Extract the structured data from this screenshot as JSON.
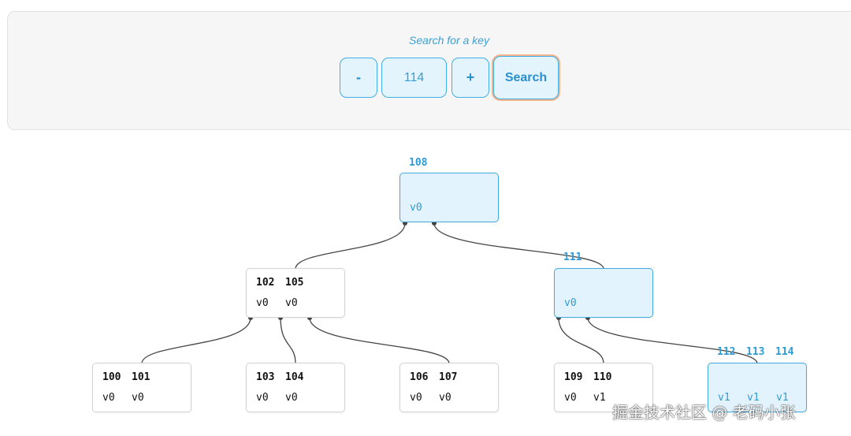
{
  "search": {
    "caption": "Search for a key",
    "minus_label": "-",
    "key_value": "114",
    "plus_label": "+",
    "search_label": "Search"
  },
  "tree": {
    "root": {
      "keys": [
        "108"
      ],
      "values": [
        "v0"
      ]
    },
    "level1": [
      {
        "keys": [
          "102",
          "105"
        ],
        "values": [
          "v0",
          "v0"
        ]
      },
      {
        "keys": [
          "111"
        ],
        "values": [
          "v0"
        ]
      }
    ],
    "leaves": [
      {
        "keys": [
          "100",
          "101"
        ],
        "values": [
          "v0",
          "v0"
        ]
      },
      {
        "keys": [
          "103",
          "104"
        ],
        "values": [
          "v0",
          "v0"
        ]
      },
      {
        "keys": [
          "106",
          "107"
        ],
        "values": [
          "v0",
          "v0"
        ]
      },
      {
        "keys": [
          "109",
          "110"
        ],
        "values": [
          "v0",
          "v1"
        ]
      },
      {
        "keys": [
          "112",
          "113",
          "114"
        ],
        "values": [
          "v1",
          "v1",
          "v1"
        ]
      }
    ]
  },
  "colors": {
    "accent": "#2e9bd6",
    "highlight_fill": "#e2f3fd",
    "search_ring": "#f3b48b"
  },
  "watermark": "掘金技术社区 @ 老码小张"
}
